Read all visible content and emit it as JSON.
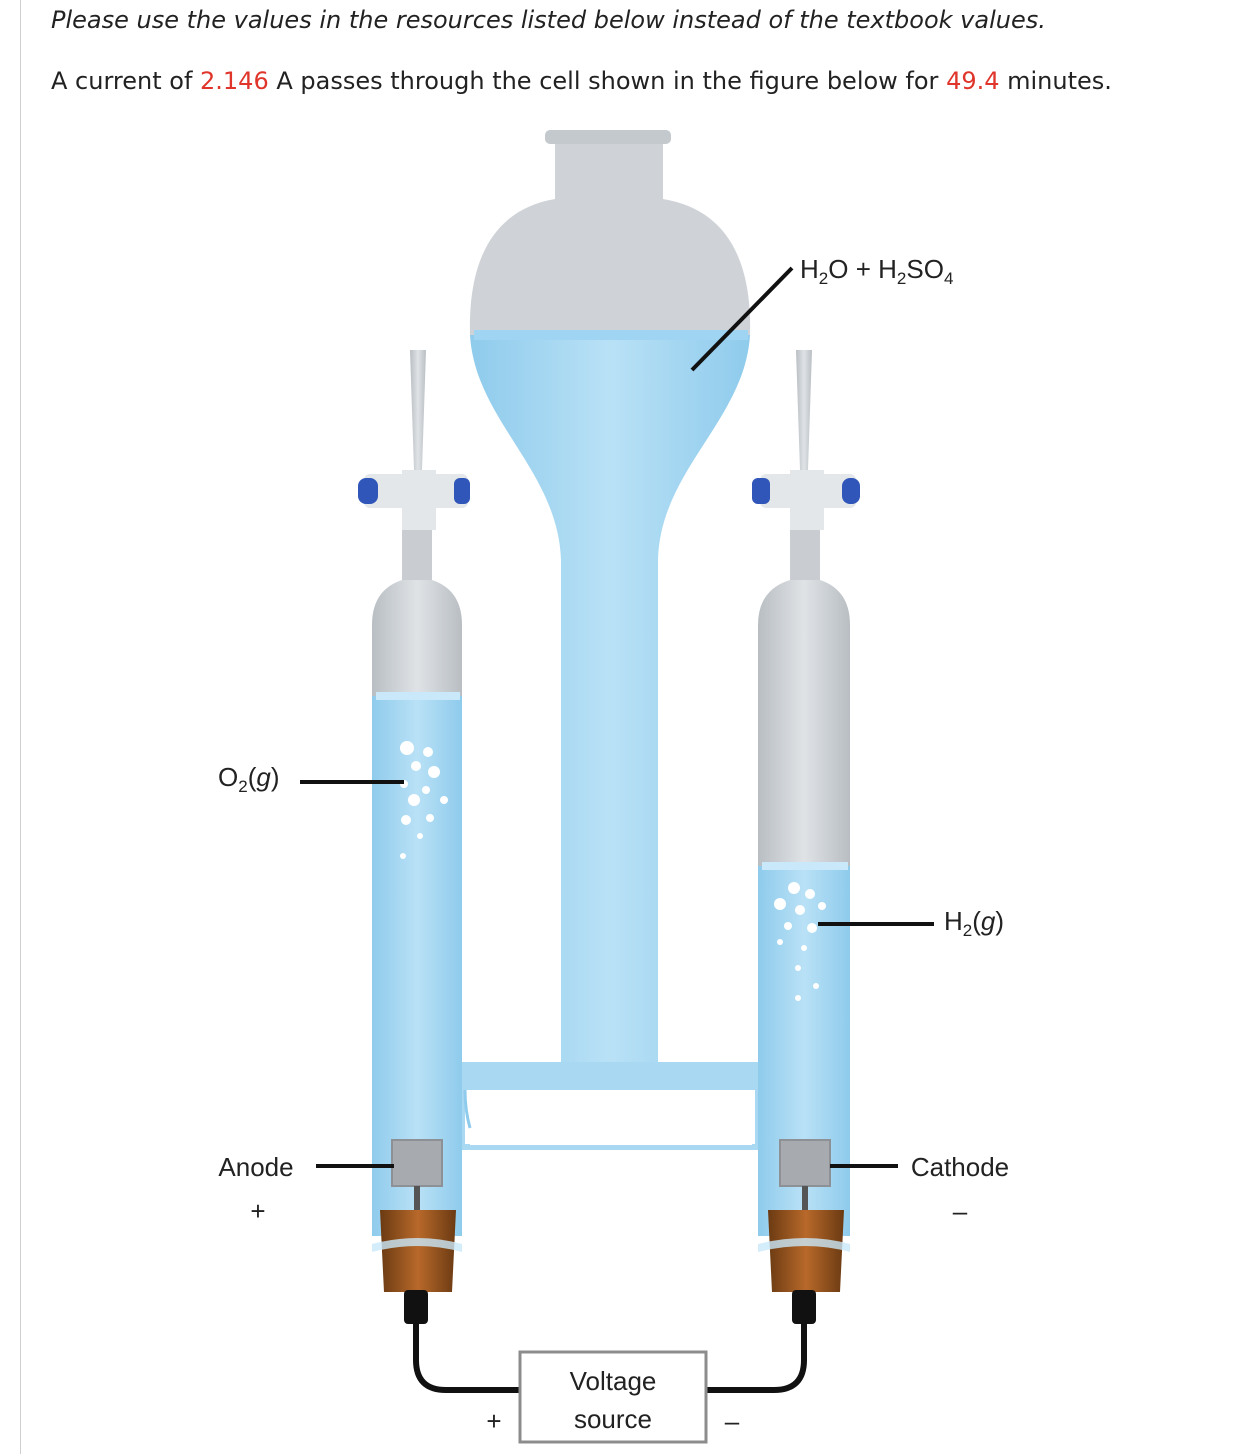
{
  "instructions": "Please use the values in the resources listed below instead of the textbook values.",
  "problem": {
    "prefix": "A current of ",
    "current_value": "2.146",
    "mid": " A passes through the cell shown in the figure below for ",
    "time_value": "49.4",
    "suffix": " minutes."
  },
  "figure": {
    "electrolyte_label": {
      "p1": "H",
      "s1": "2",
      "p2": "O + H",
      "s2": "2",
      "p3": "SO",
      "s3": "4"
    },
    "o2_label": {
      "p1": "O",
      "s1": "2",
      "p2": "(",
      "it": "g",
      "p3": ")"
    },
    "h2_label": {
      "p1": "H",
      "s1": "2",
      "p2": "(",
      "it": "g",
      "p3": ")"
    },
    "anode_label": "Anode",
    "anode_sign": "+",
    "cathode_label": "Cathode",
    "cathode_sign": "–",
    "voltage_source_line1": "Voltage",
    "voltage_source_line2": "source",
    "source_plus": "+",
    "source_minus": "–"
  },
  "colors": {
    "highlight": "#e0352b",
    "liquid": "#a9d8f2",
    "glass": "#c9cdd1"
  }
}
